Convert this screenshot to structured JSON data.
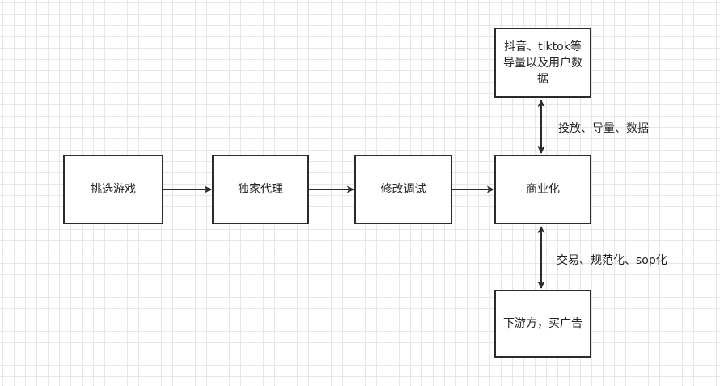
{
  "nodes": {
    "pick_game": "挑选游戏",
    "exclusive_agency": "独家代理",
    "modify_debug": "修改调试",
    "commercialize": "商业化",
    "traffic_data": "抖音、tiktok等导量以及用户数据",
    "downstream": "下游方，买广告"
  },
  "edges": {
    "traffic_label": "投放、导量、数据",
    "downstream_label": "交易、规范化、sop化"
  }
}
